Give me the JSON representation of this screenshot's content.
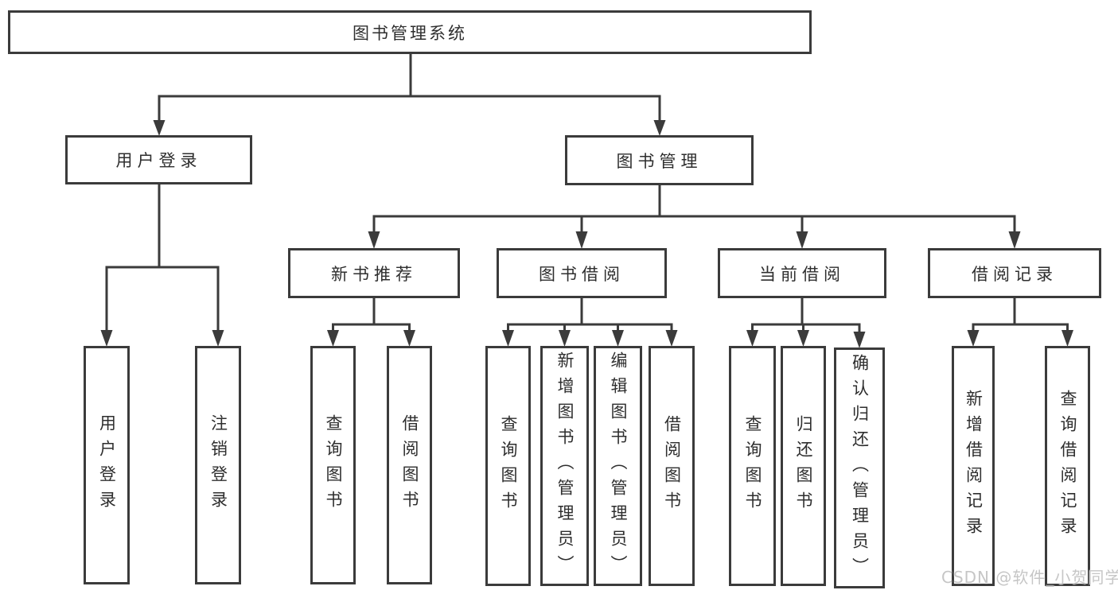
{
  "tree": {
    "root": "图书管理系统",
    "children": [
      {
        "label": "用户登录",
        "children": [
          "用户登录",
          "注销登录"
        ]
      },
      {
        "label": "图书管理",
        "children": [
          {
            "label": "新书推荐",
            "children": [
              "查询图书",
              "借阅图书"
            ]
          },
          {
            "label": "图书借阅",
            "children": [
              "查询图书",
              "新增图书（管理员）",
              "编辑图书（管理员）",
              "借阅图书"
            ]
          },
          {
            "label": "当前借阅",
            "children": [
              "查询图书",
              "归还图书",
              "确认归还（管理员）"
            ]
          },
          {
            "label": "借阅记录",
            "children": [
              "新增借阅记录",
              "查询借阅记录"
            ]
          }
        ]
      }
    ]
  },
  "watermark": {
    "text": "CSDN @软件_小贺同学"
  },
  "colors": {
    "line": "#3b3b3b",
    "text": "#2e2e2e",
    "watermark": "#c6c6c6",
    "background": "#ffffff"
  }
}
